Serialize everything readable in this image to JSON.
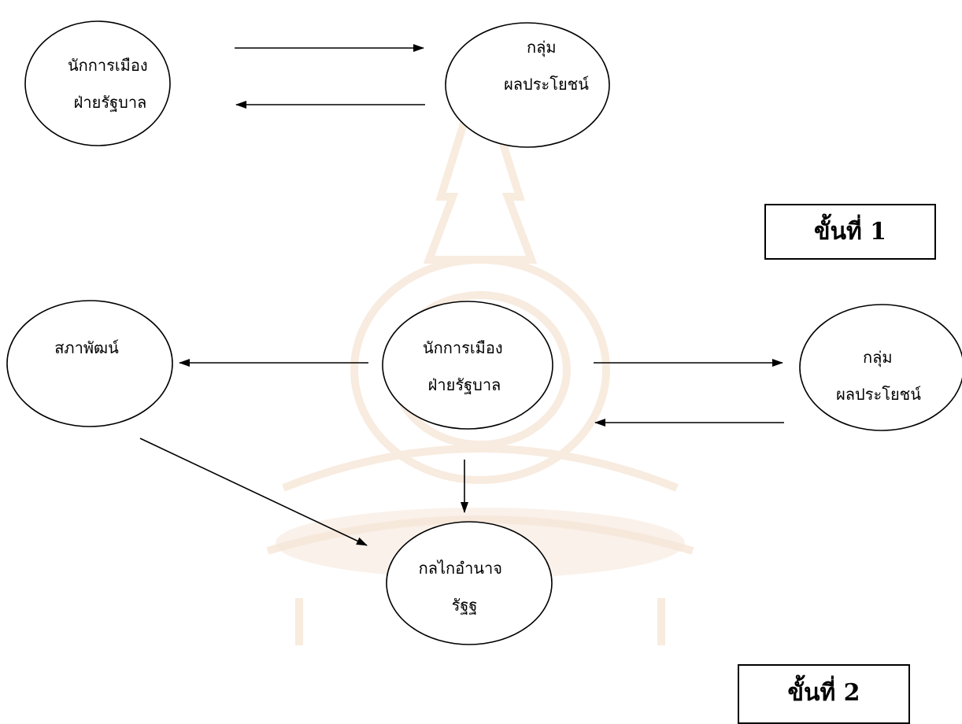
{
  "stage1": {
    "govt_politician": [
      "นักการเมือง",
      "ฝ่ายรัฐบาล"
    ],
    "interest_group": [
      "กลุ่ม",
      "ผลประโยชน์"
    ],
    "label": "ขั้นที่ 1"
  },
  "stage2": {
    "parliament": [
      "สภาพัฒน์"
    ],
    "govt_politician": [
      "นักการเมือง",
      "ฝ่ายรัฐบาล"
    ],
    "interest_group": [
      "กลุ่ม",
      "ผลประโยชน์"
    ],
    "state_mechanism": [
      "กลไกอำนาจ",
      "รัฐฐ"
    ],
    "label": "ขั้นที่ 2"
  },
  "colors": {
    "stroke": "#000000",
    "watermark": "#f2d3b4"
  }
}
